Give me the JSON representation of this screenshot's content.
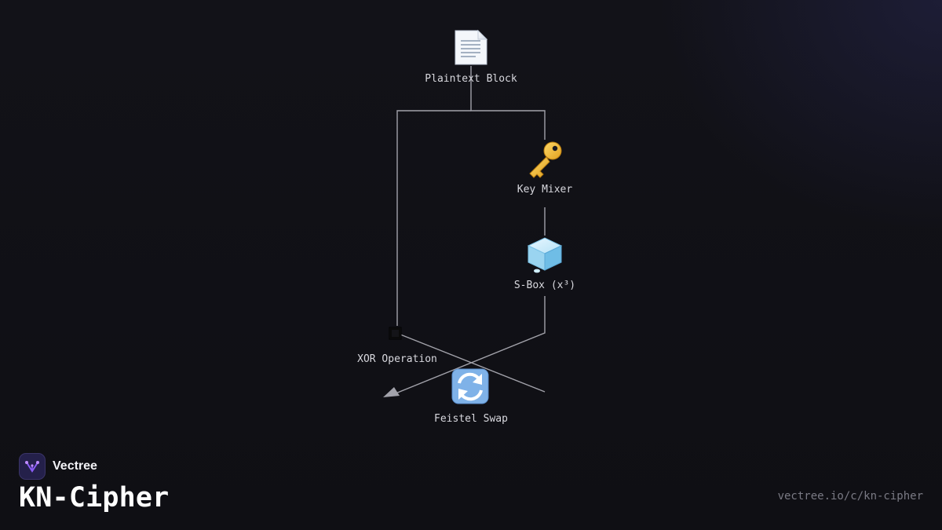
{
  "diagram": {
    "nodes": [
      {
        "id": "plaintext",
        "icon": "document-icon",
        "label": "Plaintext Block"
      },
      {
        "id": "keymixer",
        "icon": "key-icon",
        "label": "Key Mixer"
      },
      {
        "id": "sbox",
        "icon": "ice-cube-icon",
        "label": "S-Box (x³)"
      },
      {
        "id": "xor",
        "icon": "xor-square-icon",
        "label": "XOR Operation"
      },
      {
        "id": "swap",
        "icon": "swap-arrows-icon",
        "label": "Feistel Swap"
      }
    ],
    "edges": [
      {
        "from": "plaintext",
        "to": "keymixer"
      },
      {
        "from": "plaintext",
        "to": "xor"
      },
      {
        "from": "keymixer",
        "to": "sbox"
      },
      {
        "from": "sbox",
        "to": "swap"
      },
      {
        "from": "xor",
        "to": "swap"
      }
    ]
  },
  "branding": {
    "name": "Vectree",
    "logo_icon": "vectree-logo-icon",
    "accent": "#8a5cf6"
  },
  "page": {
    "title": "KN-Cipher",
    "url": "vectree.io/c/kn-cipher"
  }
}
